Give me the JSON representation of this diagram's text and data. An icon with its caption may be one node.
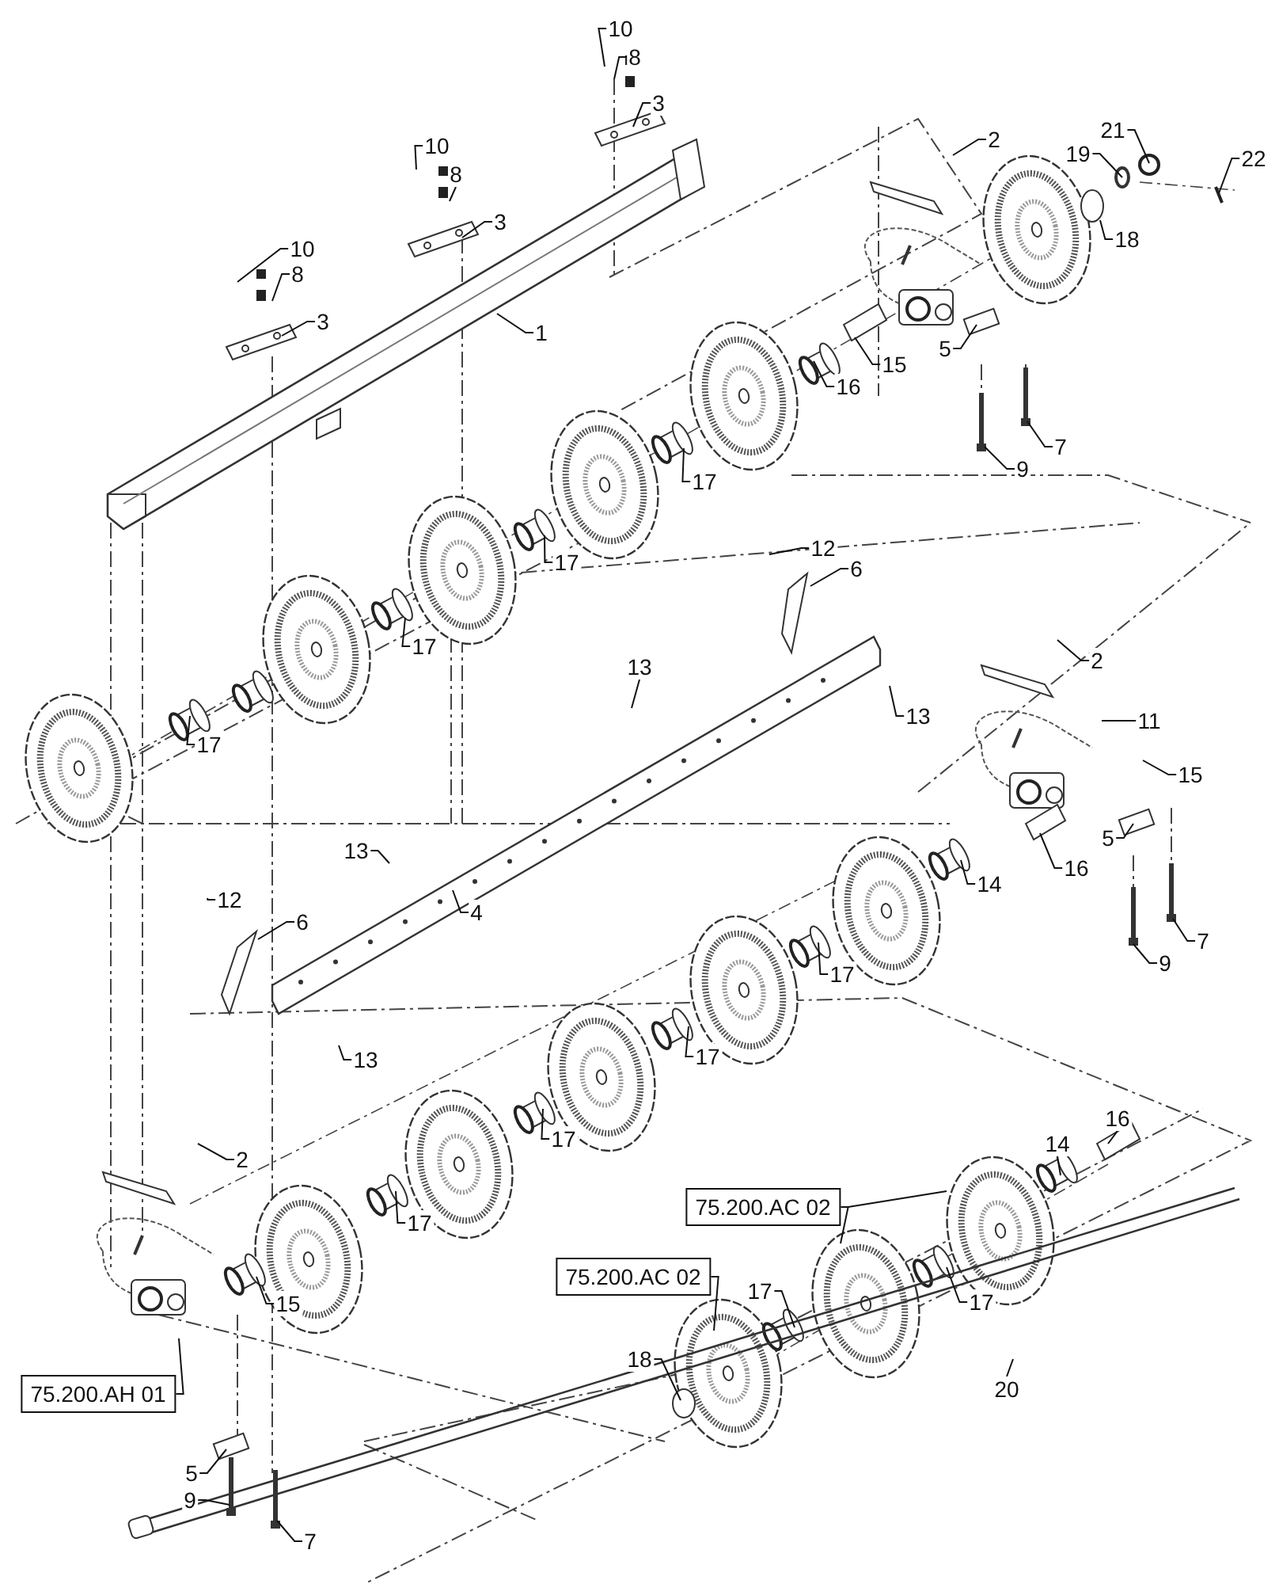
{
  "diagram": {
    "nodes": [
      {
        "text": [
          "10"
        ]
      },
      {
        "text": [
          "8"
        ]
      },
      {
        "text": [
          "3"
        ]
      },
      {
        "text": [
          "2"
        ]
      },
      {
        "text": [
          "21"
        ]
      },
      {
        "text": [
          "10"
        ]
      },
      {
        "text": [
          "19"
        ]
      },
      {
        "text": [
          "22"
        ]
      },
      {
        "text": [
          "8"
        ]
      },
      {
        "text": [
          "3"
        ]
      },
      {
        "text": [
          "18"
        ]
      },
      {
        "text": [
          "10"
        ]
      },
      {
        "text": [
          "8"
        ]
      },
      {
        "text": [
          "3"
        ]
      },
      {
        "text": [
          "1"
        ]
      },
      {
        "text": [
          "5"
        ]
      },
      {
        "text": [
          "15"
        ]
      },
      {
        "text": [
          "16"
        ]
      },
      {
        "text": [
          "7"
        ]
      },
      {
        "text": [
          "9"
        ]
      },
      {
        "text": [
          "17"
        ]
      },
      {
        "text": [
          "12"
        ]
      },
      {
        "text": [
          "17"
        ]
      },
      {
        "text": [
          "6"
        ]
      },
      {
        "text": [
          "17"
        ]
      },
      {
        "text": [
          "2"
        ]
      },
      {
        "text": [
          "13"
        ]
      },
      {
        "text": [
          "13"
        ]
      },
      {
        "text": [
          "11"
        ]
      },
      {
        "text": [
          "17"
        ]
      },
      {
        "text": [
          "15"
        ]
      },
      {
        "text": [
          "5"
        ]
      },
      {
        "text": [
          "13"
        ]
      },
      {
        "text": [
          "16"
        ]
      },
      {
        "text": [
          "14"
        ]
      },
      {
        "text": [
          "12"
        ]
      },
      {
        "text": [
          "4"
        ]
      },
      {
        "text": [
          "6"
        ]
      },
      {
        "text": [
          "7"
        ]
      },
      {
        "text": [
          "9"
        ]
      },
      {
        "text": [
          "17"
        ]
      },
      {
        "text": [
          "13"
        ]
      },
      {
        "text": [
          "17"
        ]
      },
      {
        "text": [
          "16"
        ]
      },
      {
        "text": [
          "14"
        ]
      },
      {
        "text": [
          "17"
        ]
      },
      {
        "text": [
          "2"
        ]
      },
      {
        "text": [
          "75.200.AC 02"
        ]
      },
      {
        "text": [
          "17"
        ]
      },
      {
        "text": [
          "75.200.AC 02"
        ]
      },
      {
        "text": [
          "17"
        ]
      },
      {
        "text": [
          "17"
        ]
      },
      {
        "text": [
          "15"
        ]
      },
      {
        "text": [
          "18"
        ]
      },
      {
        "text": [
          "20"
        ]
      },
      {
        "text": [
          "75.200.AH 01"
        ]
      },
      {
        "text": [
          "5"
        ]
      },
      {
        "text": [
          "9"
        ]
      },
      {
        "text": [
          "7"
        ]
      }
    ],
    "edges": [
      {
        "from": 0,
        "to": null,
        "arrow": "none"
      },
      {
        "from": 1,
        "to": null,
        "arrow": "none"
      },
      {
        "from": 2,
        "to": null,
        "arrow": "none"
      },
      {
        "from": 3,
        "to": null,
        "arrow": "none"
      },
      {
        "from": 4,
        "to": null,
        "arrow": "none"
      },
      {
        "from": 5,
        "to": null,
        "arrow": "none"
      },
      {
        "from": 6,
        "to": null,
        "arrow": "none"
      },
      {
        "from": 7,
        "to": null,
        "arrow": "none"
      },
      {
        "from": 8,
        "to": null,
        "arrow": "none"
      },
      {
        "from": 9,
        "to": null,
        "arrow": "none"
      },
      {
        "from": 10,
        "to": null,
        "arrow": "none"
      },
      {
        "from": 11,
        "to": null,
        "arrow": "none"
      },
      {
        "from": 12,
        "to": null,
        "arrow": "none"
      },
      {
        "from": 13,
        "to": null,
        "arrow": "none"
      },
      {
        "from": 14,
        "to": null,
        "arrow": "none"
      },
      {
        "from": 15,
        "to": null,
        "arrow": "none"
      },
      {
        "from": 16,
        "to": null,
        "arrow": "none"
      },
      {
        "from": 17,
        "to": null,
        "arrow": "none"
      },
      {
        "from": 18,
        "to": null,
        "arrow": "none"
      },
      {
        "from": 19,
        "to": null,
        "arrow": "none"
      },
      {
        "from": 20,
        "to": null,
        "arrow": "none"
      },
      {
        "from": 21,
        "to": null,
        "arrow": "none"
      },
      {
        "from": 22,
        "to": null,
        "arrow": "none"
      },
      {
        "from": 23,
        "to": null,
        "arrow": "none"
      },
      {
        "from": 24,
        "to": null,
        "arrow": "none"
      },
      {
        "from": 25,
        "to": null,
        "arrow": "none"
      },
      {
        "from": 26,
        "to": null,
        "arrow": "none"
      },
      {
        "from": 27,
        "to": null,
        "arrow": "none"
      },
      {
        "from": 28,
        "to": null,
        "arrow": "none"
      },
      {
        "from": 29,
        "to": null,
        "arrow": "none"
      },
      {
        "from": 30,
        "to": null,
        "arrow": "none"
      },
      {
        "from": 31,
        "to": null,
        "arrow": "none"
      },
      {
        "from": 32,
        "to": null,
        "arrow": "none"
      },
      {
        "from": 33,
        "to": null,
        "arrow": "none"
      },
      {
        "from": 34,
        "to": null,
        "arrow": "none"
      },
      {
        "from": 35,
        "to": null,
        "arrow": "none"
      },
      {
        "from": 36,
        "to": null,
        "arrow": "none"
      },
      {
        "from": 37,
        "to": null,
        "arrow": "none"
      },
      {
        "from": 38,
        "to": null,
        "arrow": "none"
      },
      {
        "from": 39,
        "to": null,
        "arrow": "none"
      },
      {
        "from": 40,
        "to": null,
        "arrow": "none"
      },
      {
        "from": 41,
        "to": null,
        "arrow": "none"
      },
      {
        "from": 42,
        "to": null,
        "arrow": "none"
      },
      {
        "from": 43,
        "to": null,
        "arrow": "none"
      },
      {
        "from": 44,
        "to": null,
        "arrow": "none"
      },
      {
        "from": 45,
        "to": null,
        "arrow": "none"
      },
      {
        "from": 46,
        "to": null,
        "arrow": "none"
      },
      {
        "from": 47,
        "to": null,
        "arrow": "none"
      },
      {
        "from": 47,
        "to": null,
        "arrow": "none"
      },
      {
        "from": 48,
        "to": null,
        "arrow": "none"
      },
      {
        "from": 49,
        "to": null,
        "arrow": "none"
      },
      {
        "from": 50,
        "to": null,
        "arrow": "none"
      },
      {
        "from": 51,
        "to": null,
        "arrow": "none"
      },
      {
        "from": 52,
        "to": null,
        "arrow": "none"
      },
      {
        "from": 53,
        "to": null,
        "arrow": "none"
      },
      {
        "from": 54,
        "to": null,
        "arrow": "none"
      },
      {
        "from": 55,
        "to": null,
        "arrow": "none"
      },
      {
        "from": 56,
        "to": null,
        "arrow": "none"
      },
      {
        "from": 57,
        "to": null,
        "arrow": "none"
      },
      {
        "from": 58,
        "to": null,
        "arrow": "none"
      }
    ]
  }
}
